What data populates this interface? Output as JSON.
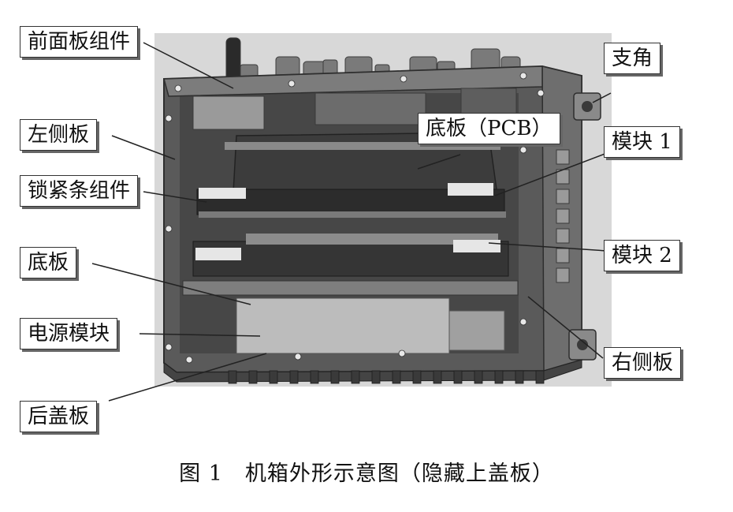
{
  "labels": {
    "front_panel": "前面板组件",
    "left_side": "左侧板",
    "lock_strip": "锁紧条组件",
    "base": "底板",
    "power_module": "电源模块",
    "back_cover": "后盖板",
    "bracket": "支角",
    "base_pcb": "底板（PCB）",
    "module1": "模块 1",
    "module2": "模块 2",
    "right_side": "右侧板"
  },
  "caption": "图 1　机箱外形示意图（隐藏上盖板）",
  "colors": {
    "background_panel": "#d6d6d6",
    "chassis_dark": "#4a4a4a",
    "chassis_mid": "#6a6a6a",
    "chassis_light": "#8c8c8c",
    "label_border": "#333333"
  }
}
